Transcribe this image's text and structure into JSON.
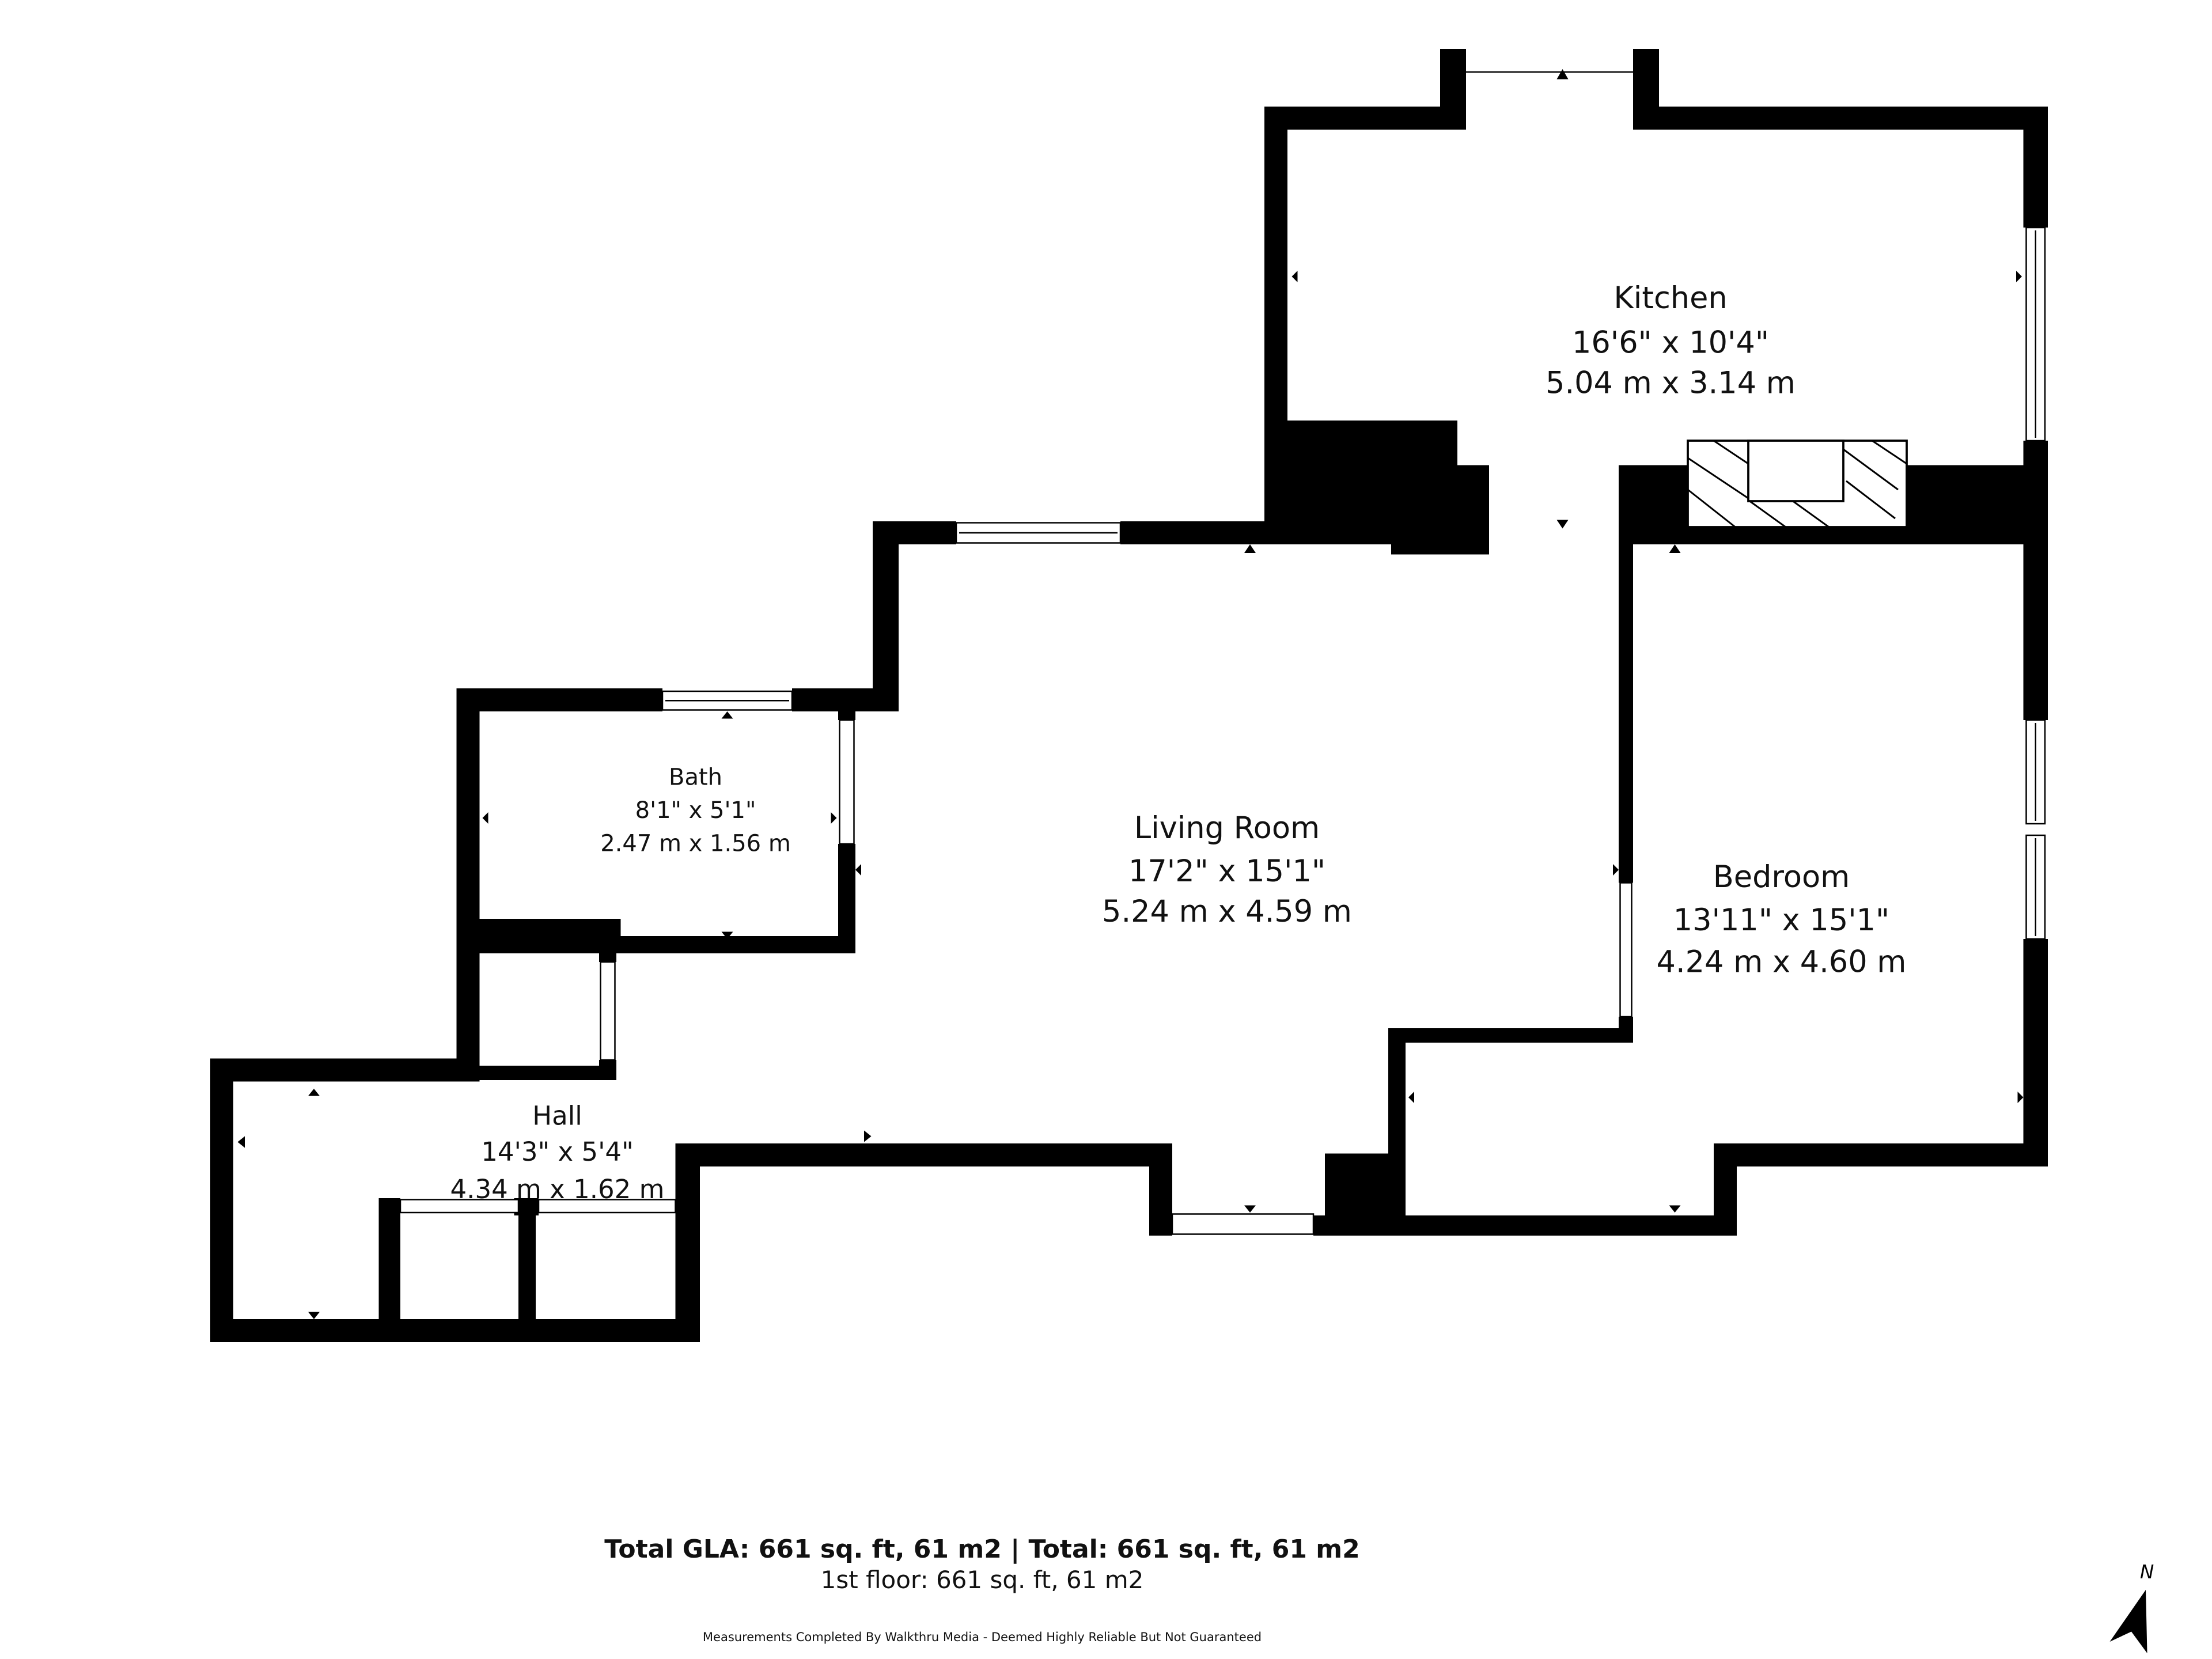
{
  "rooms": {
    "kitchen": {
      "name": "Kitchen",
      "imperial": "16'6\" x 10'4\"",
      "metric": "5.04 m x 3.14 m"
    },
    "bath": {
      "name": "Bath",
      "imperial": "8'1\" x 5'1\"",
      "metric": "2.47 m x 1.56 m"
    },
    "living_room": {
      "name": "Living Room",
      "imperial": "17'2\" x 15'1\"",
      "metric": "5.24 m x 4.59 m"
    },
    "bedroom": {
      "name": "Bedroom",
      "imperial": "13'11\" x 15'1\"",
      "metric": "4.24 m x 4.60 m"
    },
    "hall": {
      "name": "Hall",
      "imperial": "14'3\" x 5'4\"",
      "metric": "4.34 m x 1.62 m"
    }
  },
  "summary": {
    "gla": "Total GLA: 661 sq. ft, 61 m2 | Total: 661 sq. ft, 61 m2",
    "floor": "1st floor: 661 sq. ft, 61 m2",
    "disclaimer": "Measurements Completed By Walkthru Media - Deemed Highly Reliable But Not Guaranteed"
  },
  "compass": {
    "label": "N"
  },
  "colors": {
    "wall": "#000000",
    "background": "#ffffff",
    "window": "#ffffff"
  }
}
